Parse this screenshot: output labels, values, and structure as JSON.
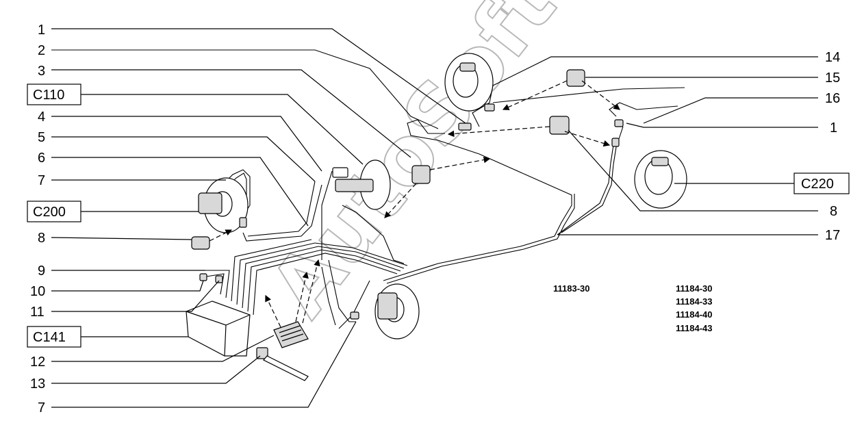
{
  "watermark": "AutoSoft",
  "callouts": {
    "c1_top": "1",
    "c2": "2",
    "c3": "3",
    "c110": "C110",
    "c4": "4",
    "c5": "5",
    "c6": "6",
    "c7_top": "7",
    "c200": "C200",
    "c8_left": "8",
    "c9": "9",
    "c10": "10",
    "c11": "11",
    "c141": "C141",
    "c12": "12",
    "c13": "13",
    "c7_bottom": "7",
    "c14": "14",
    "c15": "15",
    "c16": "16",
    "c1_right": "1",
    "c220": "C220",
    "c8_right": "8",
    "c17": "17"
  },
  "model_codes": {
    "group_a": [
      "11183-30"
    ],
    "group_b": [
      "11184-30",
      "11184-33",
      "11184-40",
      "11184-43"
    ]
  }
}
